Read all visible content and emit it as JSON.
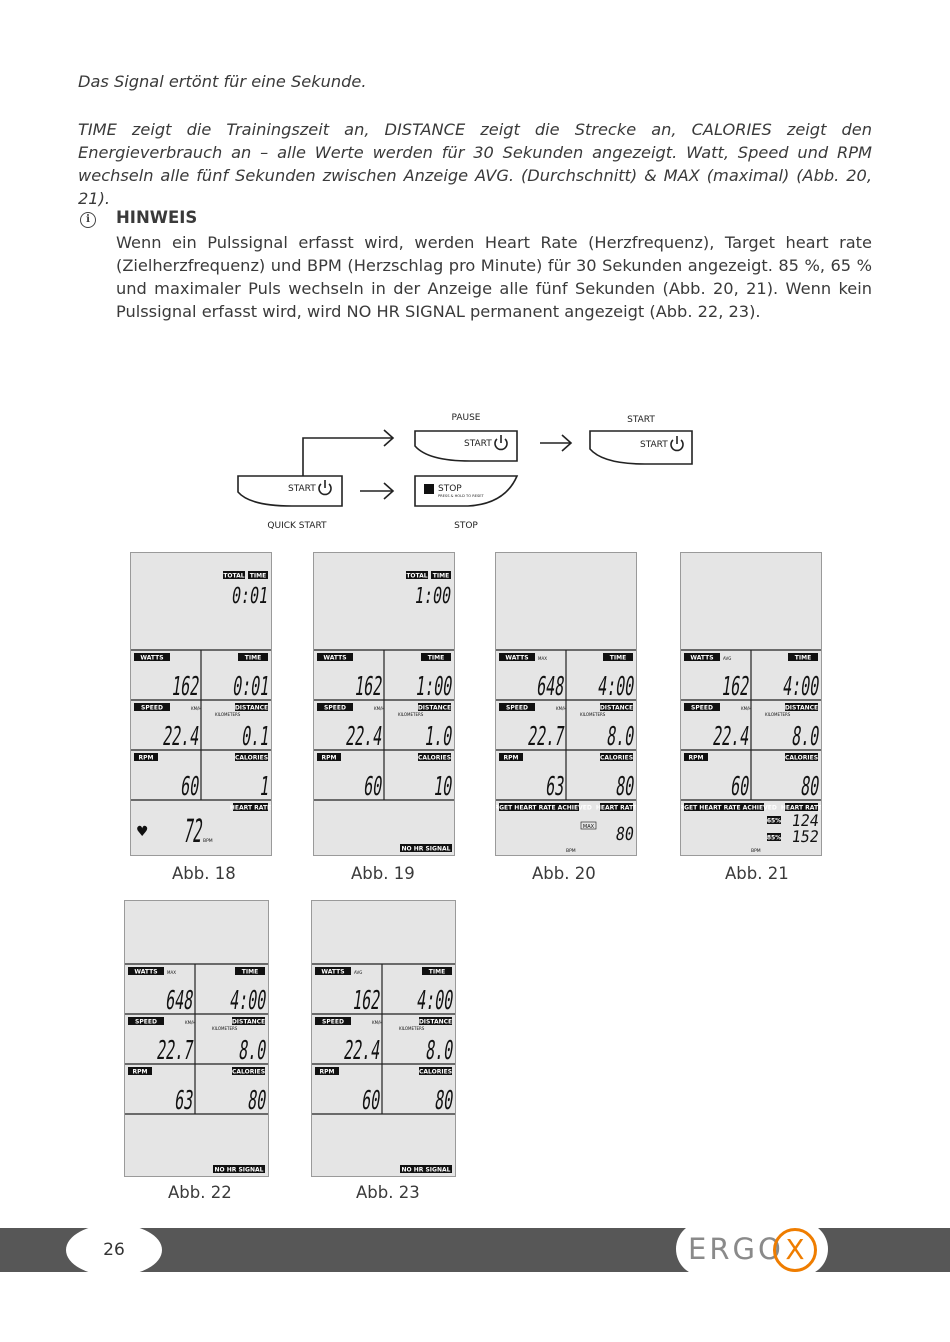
{
  "text": {
    "p1": "Das Signal ertönt für eine Sekunde.",
    "p2": "TIME zeigt die Trainingszeit an, DISTANCE zeigt die Strecke an, CALORIES zeigt den Energieverbrauch an – alle Werte werden für 30 Sekunden angezeigt. Watt, Speed und RPM wechseln alle fünf Sekunden zwischen Anzeige AVG. (Durchschnitt) & MAX (maximal) (Abb. 20, 21).",
    "hint_icon": "i",
    "hint_title": "HINWEIS",
    "hint_body": "Wenn ein Pulssignal erfasst wird, werden Heart Rate (Herzfrequenz), Target heart rate (Zielherzfrequenz) und BPM (Herzschlag pro Minute) für 30 Sekunden angezeigt. 85 %, 65 % und maximaler Puls wechseln in der Anzeige alle fünf Sekunden (Abb. 20, 21). Wenn kein Pulssignal erfasst wird, wird NO HR SIGNAL permanent angezeigt (Abb. 22, 23)."
  },
  "flow": {
    "pause": "PAUSE",
    "start": "START",
    "quick_start": "QUICK START",
    "stop": "STOP",
    "stop_sub": "PRESS & HOLD TO RESET"
  },
  "labels": {
    "total": "TOTAL",
    "time": "TIME",
    "watts": "WATTS",
    "speed": "SPEED",
    "kmh": "KM/H",
    "distance": "DISTANCE",
    "kilometers": "KILOMETERS",
    "rpm": "RPM",
    "calories": "CALORIES",
    "heart_rate": "HEART RATE",
    "bpm": "BPM",
    "no_hr": "NO HR SIGNAL",
    "target": "TARGET HEART RATE ACHIEVED",
    "max": "MAX",
    "avg": "AVG",
    "p65": "65%",
    "p85": "85%"
  },
  "figures": [
    {
      "caption": "Abb. 18",
      "total": "0:01",
      "watts": "162",
      "time": "0:01",
      "speed": "22.4",
      "distance": "0.1",
      "rpm": "60",
      "calories": "1",
      "hr": "72",
      "mode": "hr"
    },
    {
      "caption": "Abb. 19",
      "total": "1:00",
      "watts": "162",
      "time": "1:00",
      "speed": "22.4",
      "distance": "1.0",
      "rpm": "60",
      "calories": "10",
      "mode": "nohr"
    },
    {
      "caption": "Abb. 20",
      "watts": "648",
      "time": "4:00",
      "speed": "22.7",
      "distance": "8.0",
      "rpm": "63",
      "calories": "80",
      "hr": "80",
      "tag": "max",
      "mode": "target-max"
    },
    {
      "caption": "Abb. 21",
      "watts": "162",
      "time": "4:00",
      "speed": "22.4",
      "distance": "8.0",
      "rpm": "60",
      "calories": "80",
      "hr65": "124",
      "hr85": "152",
      "tag": "avg",
      "mode": "target-pct"
    },
    {
      "caption": "Abb. 22",
      "watts": "648",
      "time": "4:00",
      "speed": "22.7",
      "distance": "8.0",
      "rpm": "63",
      "calories": "80",
      "tag": "max",
      "mode": "nohr"
    },
    {
      "caption": "Abb. 23",
      "watts": "162",
      "time": "4:00",
      "speed": "22.4",
      "distance": "8.0",
      "rpm": "60",
      "calories": "80",
      "tag": "avg",
      "mode": "nohr"
    }
  ],
  "footer": {
    "page": "26",
    "logo": "ERGO",
    "logo_x": "X",
    "accent": "#ef7d00"
  }
}
